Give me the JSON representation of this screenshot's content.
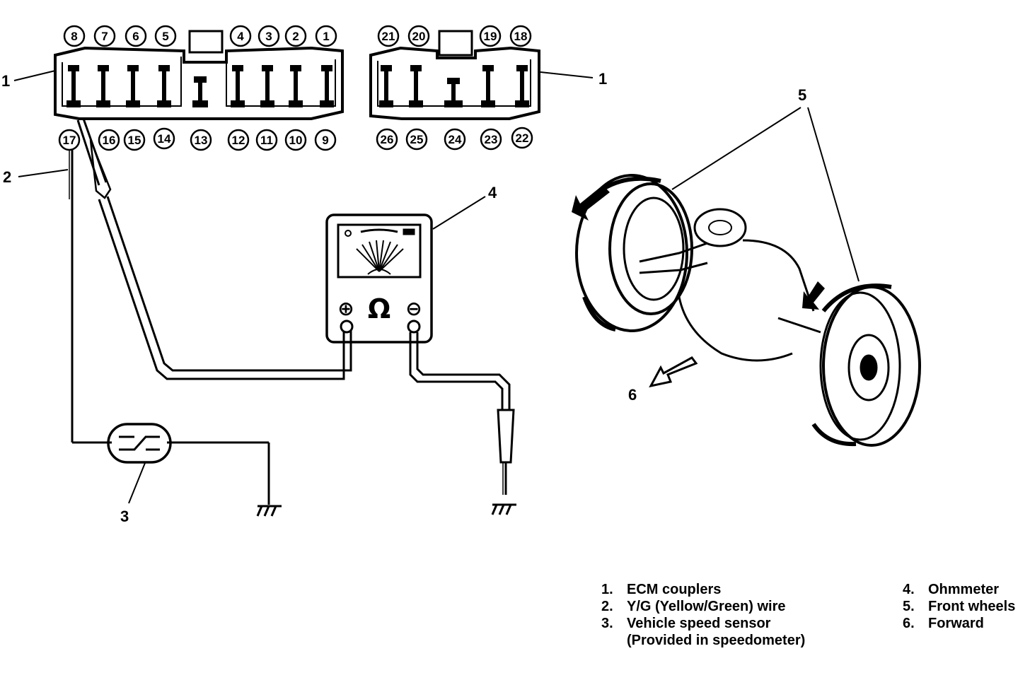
{
  "coupler_left": {
    "top_pins": [
      "8",
      "7",
      "6",
      "5",
      "4",
      "3",
      "2",
      "1"
    ],
    "bottom_pins": [
      "17",
      "16",
      "15",
      "14",
      "13",
      "12",
      "11",
      "10",
      "9"
    ]
  },
  "coupler_right": {
    "top_pins": [
      "21",
      "20",
      "19",
      "18"
    ],
    "bottom_pins": [
      "26",
      "25",
      "24",
      "23",
      "22"
    ]
  },
  "callouts": {
    "c1_left": "1",
    "c1_right": "1",
    "c2": "2",
    "c3": "3",
    "c4": "4",
    "c5": "5",
    "c6": "6"
  },
  "meter": {
    "plus": "⊕",
    "omega": "Ω",
    "minus": "⊖"
  },
  "legend": {
    "left": [
      {
        "num": "1.",
        "text": "ECM couplers"
      },
      {
        "num": "2.",
        "text": "Y/G (Yellow/Green) wire"
      },
      {
        "num": "3.",
        "text": "Vehicle speed sensor"
      }
    ],
    "left_cont": "(Provided in speedometer)",
    "right": [
      {
        "num": "4.",
        "text": "Ohmmeter"
      },
      {
        "num": "5.",
        "text": "Front wheels"
      },
      {
        "num": "6.",
        "text": "Forward"
      }
    ]
  },
  "colors": {
    "ink": "#000000",
    "paper": "#ffffff"
  }
}
